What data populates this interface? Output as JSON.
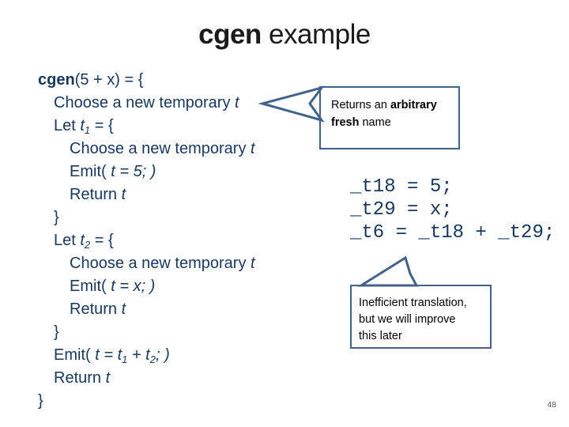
{
  "title": {
    "emphasis": "cgen",
    "rest": " example"
  },
  "colors": {
    "code_text": "#17375E",
    "box_border": "#41628B",
    "title_text": "#1a1a1a",
    "callout_text": "#000000"
  },
  "pseudocode": {
    "lines": [
      {
        "indent": 0,
        "segments": [
          {
            "t": "cgen",
            "b": 1
          },
          {
            "t": "(5 + x) = {"
          }
        ]
      },
      {
        "indent": 1,
        "segments": [
          {
            "t": "Choose a new temporary "
          },
          {
            "t": "t",
            "i": 1
          }
        ]
      },
      {
        "indent": 1,
        "segments": [
          {
            "t": "Let "
          },
          {
            "t": "t",
            "i": 1
          },
          {
            "t": "1",
            "s": 1
          },
          {
            "t": " = {"
          }
        ]
      },
      {
        "indent": 2,
        "segments": [
          {
            "t": "Choose a new temporary "
          },
          {
            "t": "t",
            "i": 1
          }
        ]
      },
      {
        "indent": 2,
        "segments": [
          {
            "t": "Emit( "
          },
          {
            "t": "t = 5; )",
            "i": 1
          }
        ]
      },
      {
        "indent": 2,
        "segments": [
          {
            "t": "Return "
          },
          {
            "t": "t",
            "i": 1
          }
        ]
      },
      {
        "indent": 1,
        "segments": [
          {
            "t": "}"
          }
        ]
      },
      {
        "indent": 1,
        "segments": [
          {
            "t": "Let "
          },
          {
            "t": "t",
            "i": 1
          },
          {
            "t": "2",
            "s": 1
          },
          {
            "t": " = {"
          }
        ]
      },
      {
        "indent": 2,
        "segments": [
          {
            "t": "Choose a new temporary "
          },
          {
            "t": "t",
            "i": 1
          }
        ]
      },
      {
        "indent": 2,
        "segments": [
          {
            "t": "Emit( "
          },
          {
            "t": "t = x; )",
            "i": 1
          }
        ]
      },
      {
        "indent": 2,
        "segments": [
          {
            "t": "Return "
          },
          {
            "t": "t",
            "i": 1
          }
        ]
      },
      {
        "indent": 1,
        "segments": [
          {
            "t": "}"
          }
        ]
      },
      {
        "indent": 1,
        "segments": [
          {
            "t": "Emit( "
          },
          {
            "t": "t",
            "i": 1
          },
          {
            "t": " = ",
            "i": 1
          },
          {
            "t": "t",
            "i": 1
          },
          {
            "t": "1",
            "s": 1
          },
          {
            "t": " + ",
            "i": 1
          },
          {
            "t": "t",
            "i": 1
          },
          {
            "t": "2",
            "s": 1
          },
          {
            "t": "; )",
            "i": 1
          }
        ]
      },
      {
        "indent": 1,
        "segments": [
          {
            "t": "Return "
          },
          {
            "t": "t",
            "i": 1
          }
        ]
      },
      {
        "indent": 0,
        "segments": [
          {
            "t": "}"
          }
        ]
      }
    ]
  },
  "generated_code": {
    "lines": [
      "_t18 = 5;",
      "_t29 = x;",
      "_t6 = _t18 + _t29;"
    ]
  },
  "callout_fresh_name": {
    "lines": [
      [
        {
          "t": "Returns an "
        },
        {
          "t": "arbitrary",
          "b": 1
        }
      ],
      [
        {
          "t": "fresh",
          "b": 1
        },
        {
          "t": " name"
        }
      ]
    ]
  },
  "callout_inefficient": {
    "lines": [
      "Inefficient translation,",
      "but we will improve",
      "this later"
    ]
  },
  "page_number": "48"
}
